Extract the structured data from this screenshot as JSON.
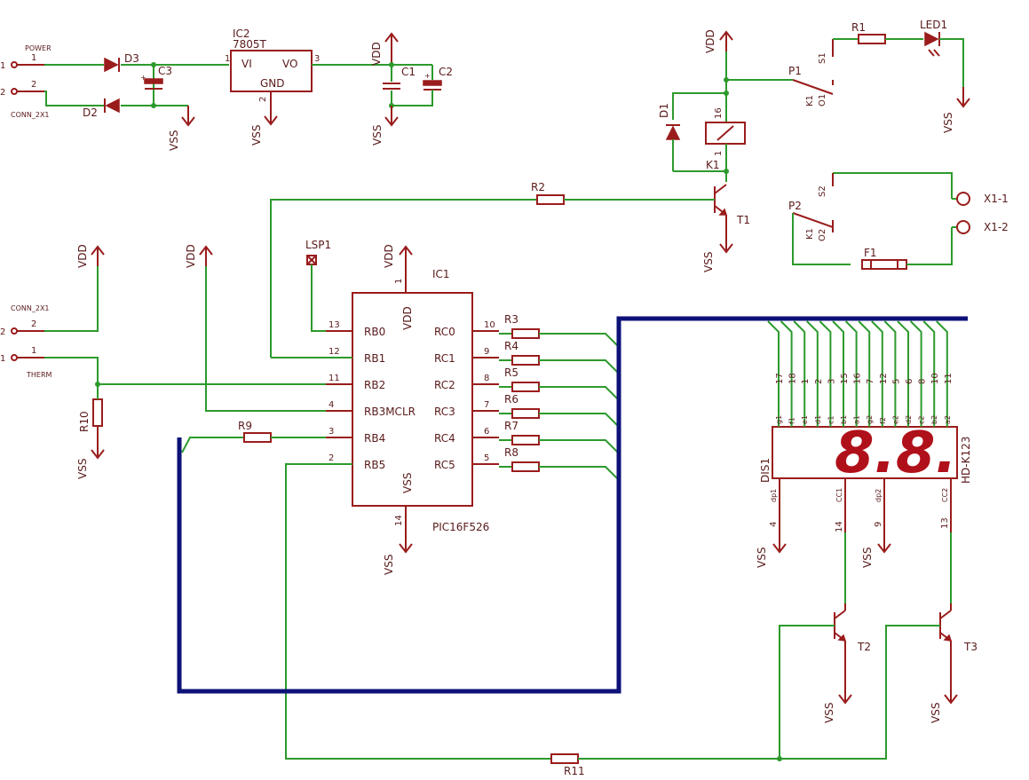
{
  "labels": {
    "power": "POWER",
    "conn_top": "CONN_2X1",
    "conn_mid": "CONN_2X1",
    "therm": "THERM",
    "p1_1": "1",
    "p1_2": "2",
    "p1_1b": "1",
    "p1_2b": "2",
    "p2_2": "2",
    "p2_1": "1",
    "p2_2b": "2",
    "p2_1b": "1",
    "d3": "D3",
    "d2": "D2",
    "c3": "C3",
    "c1": "C1",
    "c2": "C2",
    "ic2": "IC2",
    "ic2_part": "7805T",
    "vi": "VI",
    "vo": "VO",
    "gnd": "GND",
    "ic2_p1": "1",
    "ic2_p3": "3",
    "ic2_p2": "2",
    "vdd": "VDD",
    "vss": "VSS",
    "r1": "R1",
    "led1": "LED1",
    "s1": "S1",
    "k1a": "K1",
    "o1": "O1",
    "p1": "P1",
    "d1": "D1",
    "k1_16": "16",
    "k1_1": "1",
    "k1": "K1",
    "r2": "R2",
    "t1": "T1",
    "s2": "S2",
    "k1b": "K1",
    "o2": "O2",
    "p2": "P2",
    "f1": "F1",
    "x1_1": "X1-1",
    "x1_2": "X1-2",
    "lsp1": "LSP1",
    "ic1": "IC1",
    "ic1_part": "PIC16F526",
    "r10": "R10",
    "r9": "R9",
    "r11": "R11",
    "t2": "T2",
    "t3": "T3",
    "dis1": "DIS1",
    "hd": "HD-K123",
    "digits": "8.8.",
    "dp1": "dp1",
    "cc1": "CC1",
    "dp2": "dp2",
    "cc2": "CC2",
    "pin4": "4",
    "pin14": "14",
    "pin9": "9",
    "pin13": "13"
  },
  "ic1": {
    "vdd_pin": "1",
    "vss_pin": "14",
    "left": [
      {
        "name": "RB0",
        "pin": "13"
      },
      {
        "name": "RB1",
        "pin": "12"
      },
      {
        "name": "RB2",
        "pin": "11"
      },
      {
        "name": "RB3MCLR",
        "pin": "4"
      },
      {
        "name": "RB4",
        "pin": "3"
      },
      {
        "name": "RB5",
        "pin": "2"
      }
    ],
    "right": [
      {
        "name": "RC0",
        "pin": "10",
        "r": "R3"
      },
      {
        "name": "RC1",
        "pin": "9",
        "r": "R4"
      },
      {
        "name": "RC2",
        "pin": "8",
        "r": "R5"
      },
      {
        "name": "RC3",
        "pin": "7",
        "r": "R6"
      },
      {
        "name": "RC4",
        "pin": "6",
        "r": "R7"
      },
      {
        "name": "RC5",
        "pin": "5",
        "r": "R8"
      }
    ]
  },
  "display_pins": [
    {
      "num": "17",
      "seg": "g1"
    },
    {
      "num": "18",
      "seg": "f1"
    },
    {
      "num": "1",
      "seg": "e1"
    },
    {
      "num": "2",
      "seg": "d1"
    },
    {
      "num": "3",
      "seg": "c1"
    },
    {
      "num": "15",
      "seg": "b1"
    },
    {
      "num": "16",
      "seg": "a1"
    },
    {
      "num": "7",
      "seg": "g2"
    },
    {
      "num": "12",
      "seg": "f2"
    },
    {
      "num": "5",
      "seg": "e2"
    },
    {
      "num": "6",
      "seg": "d2"
    },
    {
      "num": "8",
      "seg": "c2"
    },
    {
      "num": "10",
      "seg": "b2"
    },
    {
      "num": "11",
      "seg": "a2"
    }
  ]
}
